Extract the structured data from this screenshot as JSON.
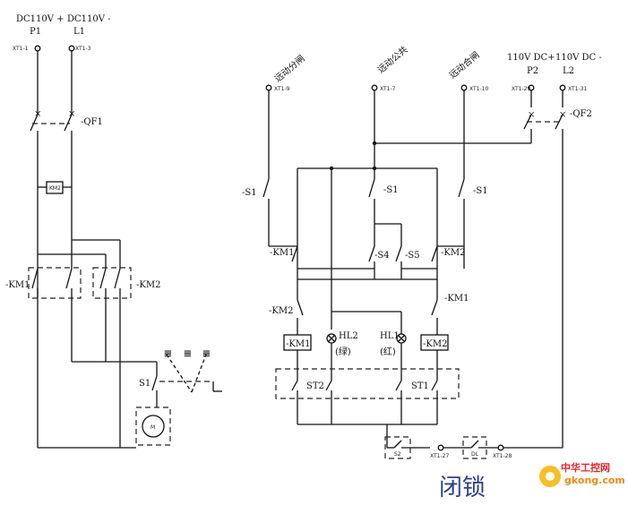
{
  "terminals": {
    "p1_top": "DC110V +",
    "p1_name": "P1",
    "p1_xt": "XT1-1",
    "l1_top": "DC110V -",
    "l1_name": "L1",
    "l1_xt": "XT1-3",
    "p2_top": "110V DC+",
    "p2_name": "P2",
    "p2_xt": "XT1-29",
    "l2_top": "110V DC -",
    "l2_name": "L2",
    "l2_xt": "XT1-31",
    "remote_open": "远动分闸",
    "remote_open_xt": "XT1-9",
    "remote_common": "远动公共",
    "remote_common_xt": "XT1-7",
    "remote_close": "远动合闸",
    "remote_close_xt": "XT1-10",
    "xt27": "XT1-27",
    "xt28": "XT1-28"
  },
  "left_circuit": {
    "qf1": "-QF1",
    "km2_small": "KM2",
    "km1": "-KM1",
    "km2": "-KM2",
    "s1": "S1",
    "motor": "M"
  },
  "right_circuit": {
    "qf2": "-QF2",
    "s1_left": "-S1",
    "s1_mid": "-S1",
    "s1_right": "-S1",
    "km1_contact": "-KM1",
    "s4": "-S4",
    "s5": "-S5",
    "km2_contact": "-KM2",
    "km2_lower": "-KM2",
    "km1_lower": "-KM1",
    "km1_coil": "-KM1",
    "km2_coil": "-KM2",
    "hl2": "HL2",
    "hl2_color": "(绿)",
    "hl1": "HL1",
    "hl1_color": "(红)",
    "st2": "ST2",
    "st1": "ST1",
    "s2": "S2",
    "dl": "DL"
  },
  "handwriting": "闭锁",
  "watermark": {
    "line1": "中华工控网",
    "line2": "gkong.com",
    "colors": [
      "#e8242a",
      "#f08a16",
      "#f5b400"
    ]
  }
}
